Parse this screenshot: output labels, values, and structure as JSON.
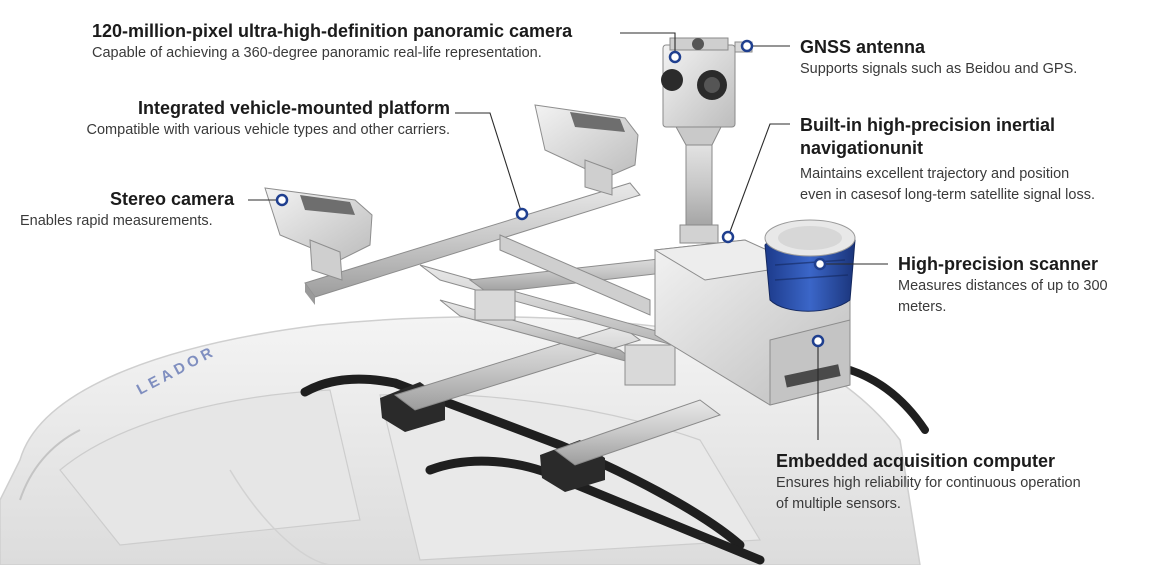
{
  "brand": "LEADOR",
  "callouts": {
    "camera": {
      "title": "120-million-pixel ultra-high-definition panoramic camera",
      "desc": "Capable of achieving a 360-degree panoramic real-life representation."
    },
    "gnss": {
      "title": "GNSS antenna",
      "desc": "Supports signals such as Beidou and GPS."
    },
    "platform": {
      "title": "Integrated vehicle-mounted platform",
      "desc": "Compatible with various vehicle types and other carriers."
    },
    "ins": {
      "title_line1": "Built-in high-precision inertial",
      "title_line2": "navigationunit",
      "desc_line1": "Maintains excellent trajectory and position",
      "desc_line2": "even in casesof long-term satellite signal loss."
    },
    "stereo": {
      "title": "Stereo camera",
      "desc": "Enables rapid measurements."
    },
    "scanner": {
      "title": "High-precision scanner",
      "desc_line1": "Measures distances of up to 300",
      "desc_line2": "meters."
    },
    "computer": {
      "title": "Embedded acquisition computer",
      "desc_line1": "Ensures high reliability for continuous operation",
      "desc_line2": "of multiple sensors."
    }
  },
  "colors": {
    "marker": "#1f3f8f",
    "leader": "#2b2b2b",
    "scanner_blue": "#2a4fb0"
  }
}
